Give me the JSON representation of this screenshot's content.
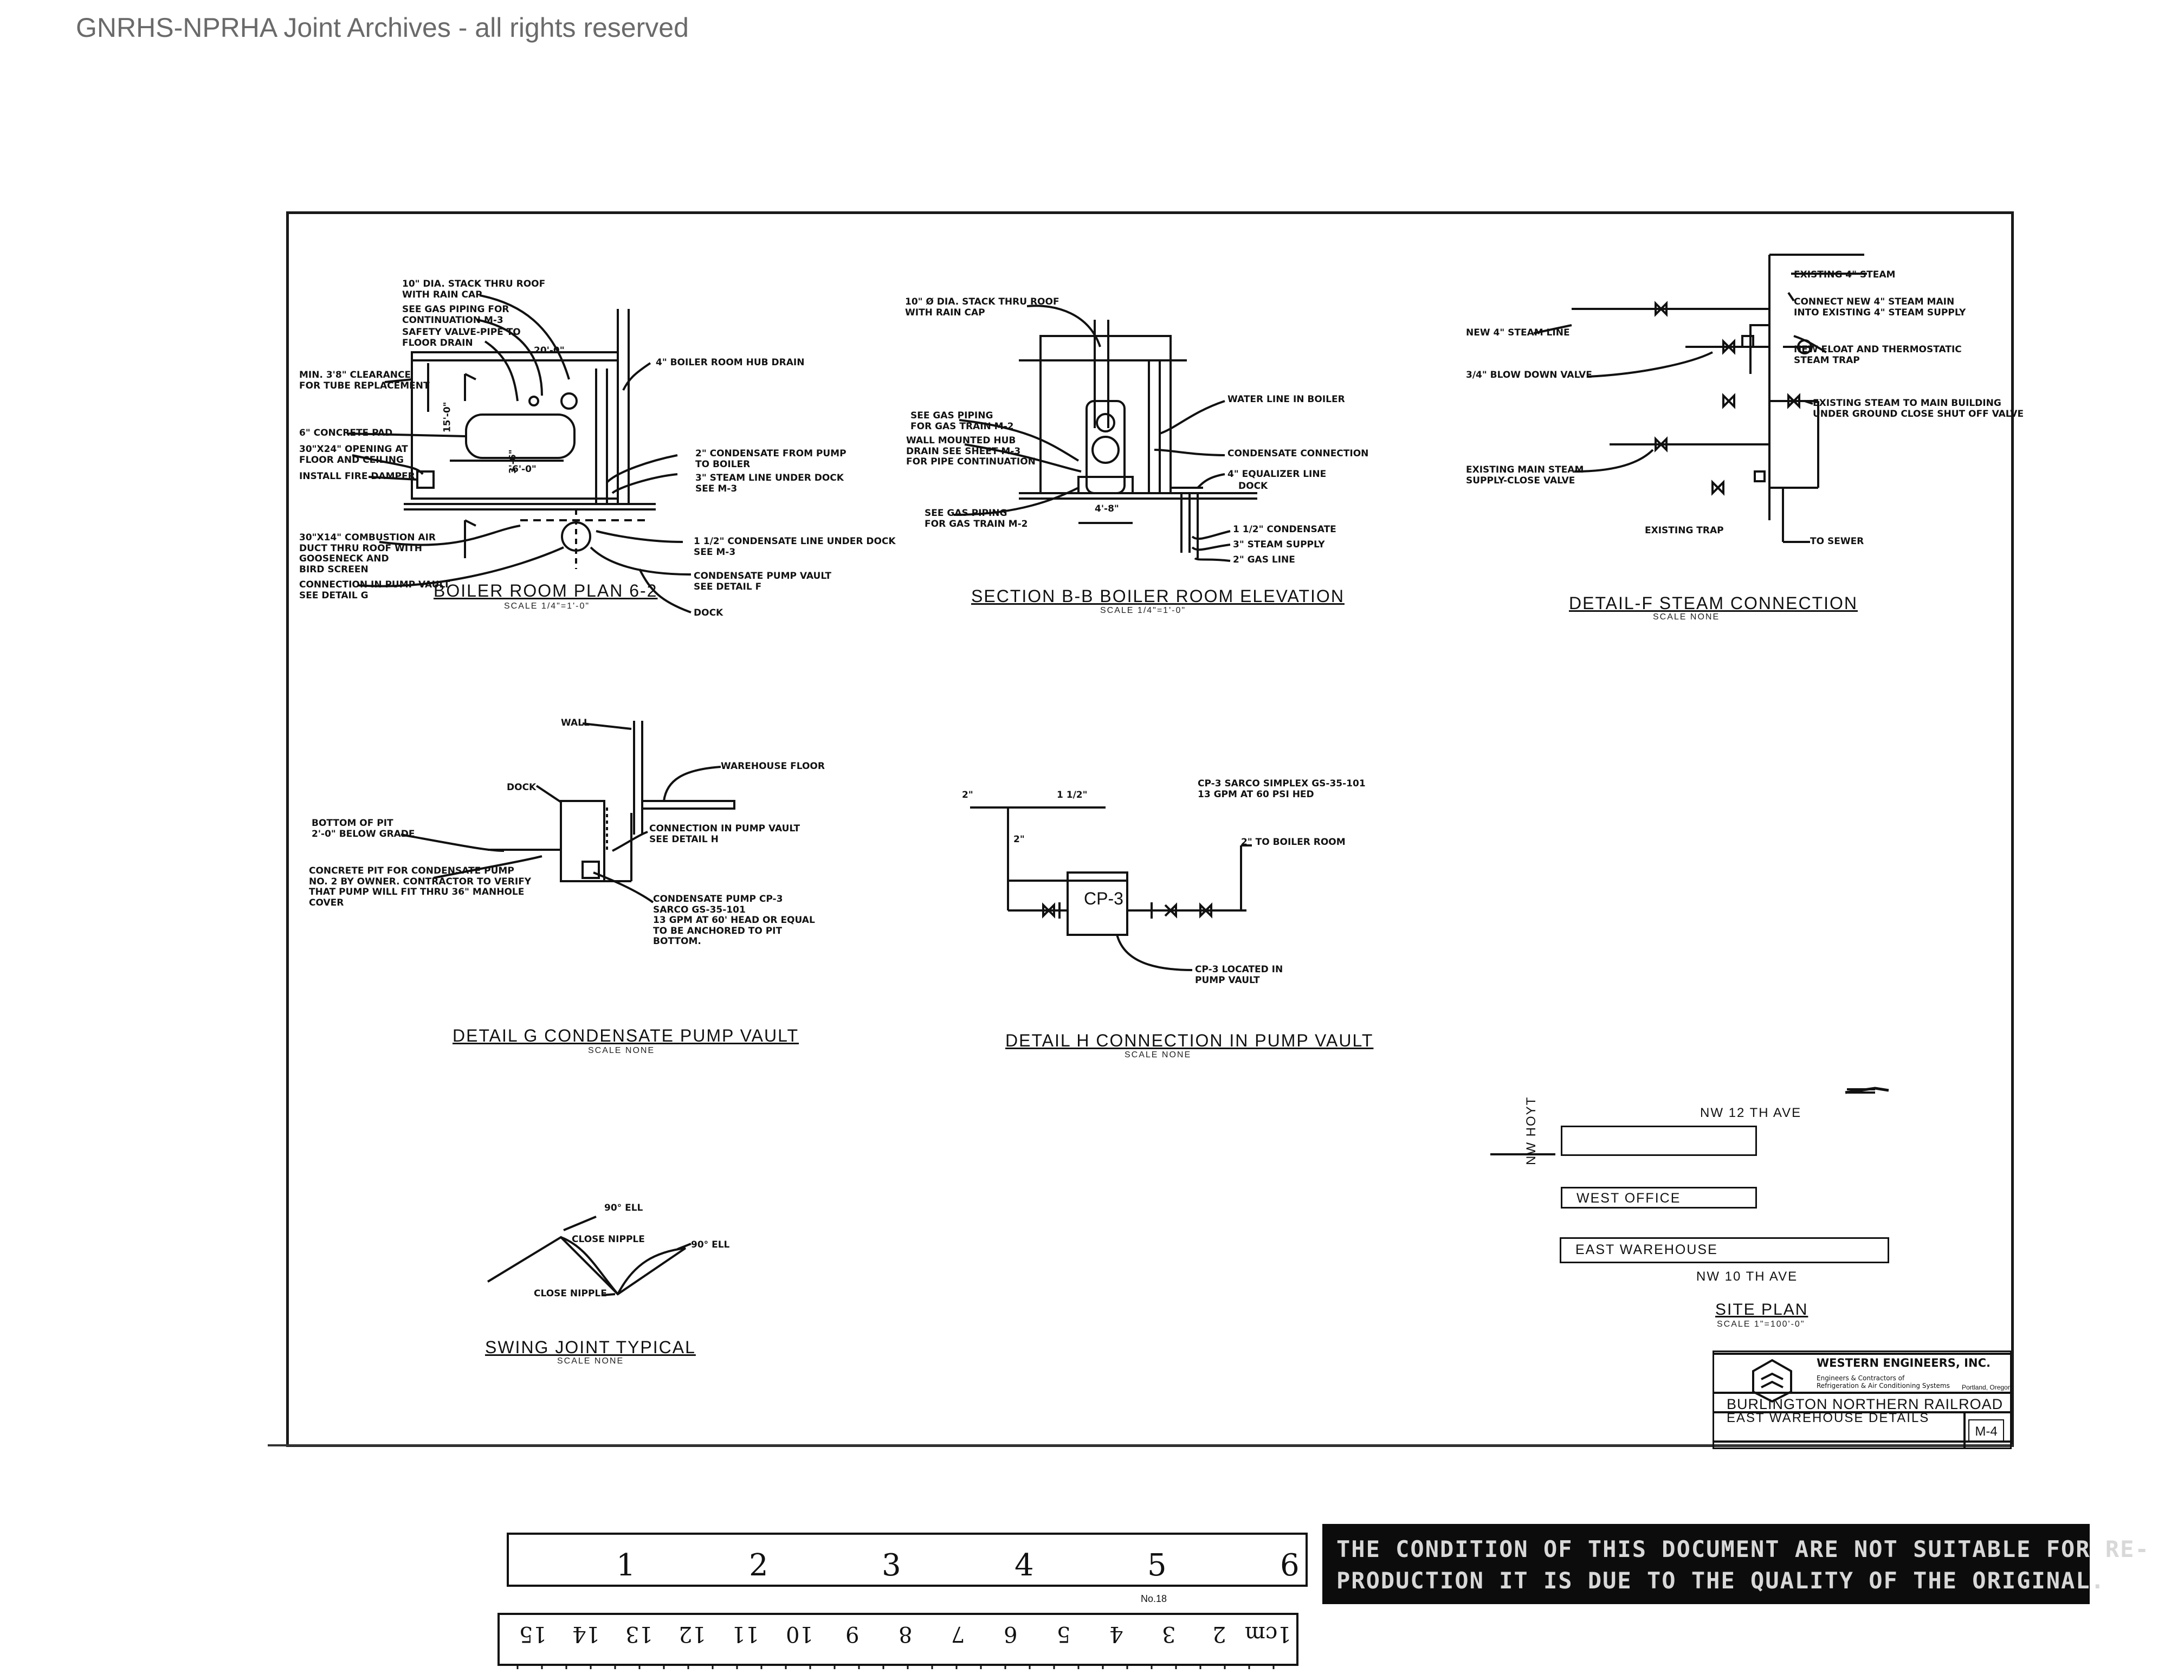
{
  "watermark": "GNRHS-NPRHA Joint Archives - all rights reserved",
  "boiler_plan": {
    "title": "BOILER ROOM PLAN 6-2",
    "scale": "SCALE 1/4\"=1'-0\"",
    "notes": [
      "10\" DIA. STACK THRU ROOF\nWITH RAIN CAP",
      "SEE GAS PIPING FOR\nCONTINUATION M-3",
      "SAFETY VALVE-PIPE TO\nFLOOR DRAIN",
      "MIN. 3'8\" CLEARANCE\nFOR TUBE REPLACEMENT",
      "4\" BOILER ROOM HUB DRAIN",
      "6\" CONCRETE PAD",
      "30\"X24\" OPENING AT\nFLOOR AND CEILING",
      "INSTALL FIRE DAMPER",
      "2\" CONDENSATE FROM PUMP\nTO BOILER",
      "3\" STEAM LINE UNDER DOCK\nSEE M-3",
      "30\"X14\" COMBUSTION AIR\nDUCT THRU ROOF WITH\nGOOSENECK AND\nBIRD SCREEN",
      "1 1/2\" CONDENSATE LINE UNDER DOCK\nSEE M-3",
      "CONNECTION IN PUMP VAULT\nSEE DETAIL G",
      "CONDENSATE PUMP VAULT\nSEE DETAIL F",
      "DOCK"
    ],
    "dims": [
      "20'-0\"",
      "15'-0\"",
      "6'-0\"",
      "3'-6\""
    ]
  },
  "section_bb": {
    "title": "SECTION B-B BOILER ROOM ELEVATION",
    "scale": "SCALE 1/4\"=1'-0\"",
    "notes": [
      "10\" Ø DIA. STACK THRU ROOF\nWITH RAIN CAP",
      "SEE GAS PIPING\nFOR GAS TRAIN M-2",
      "WALL MOUNTED HUB\nDRAIN SEE SHEET M-3\nFOR PIPE CONTINUATION",
      "SEE GAS PIPING\nFOR GAS TRAIN M-2",
      "WATER LINE IN BOILER",
      "CONDENSATE CONNECTION",
      "4\" EQUALIZER LINE",
      "DOCK",
      "1 1/2\" CONDENSATE",
      "3\" STEAM SUPPLY",
      "2\" GAS LINE"
    ],
    "dims": [
      "4'-8\""
    ]
  },
  "detail_f": {
    "title": "DETAIL-F STEAM CONNECTION",
    "scale": "SCALE NONE",
    "notes": [
      "EXISTING 4\" STEAM",
      "CONNECT NEW 4\" STEAM MAIN\nINTO EXISTING 4\" STEAM SUPPLY",
      "NEW 4\" STEAM LINE",
      "NEW FLOAT AND THERMOSTATIC\nSTEAM TRAP",
      "3/4\" BLOW DOWN VALVE",
      "EXISTING STEAM TO MAIN BUILDING\nUNDER GROUND CLOSE SHUT OFF VALVE",
      "EXISTING MAIN STEAM\nSUPPLY-CLOSE VALVE",
      "EXISTING TRAP",
      "TO SEWER"
    ]
  },
  "detail_g": {
    "title": "DETAIL G CONDENSATE PUMP VAULT",
    "scale": "SCALE NONE",
    "notes": [
      "WALL",
      "WAREHOUSE FLOOR",
      "DOCK",
      "BOTTOM OF PIT\n2'-0\" BELOW GRADE",
      "CONNECTION IN PUMP VAULT\nSEE DETAIL H",
      "CONCRETE PIT FOR CONDENSATE PUMP\nNO. 2 BY OWNER. CONTRACTOR TO VERIFY\nTHAT PUMP WILL FIT THRU 36\" MANHOLE\nCOVER",
      "CONDENSATE PUMP CP-3\nSARCO GS-35-101\n13 GPM AT 60' HEAD OR EQUAL\nTO BE ANCHORED TO PIT\nBOTTOM."
    ]
  },
  "detail_h": {
    "title": "DETAIL H CONNECTION IN PUMP VAULT",
    "scale": "SCALE NONE",
    "pump_label": "CP-3",
    "notes": [
      "CP-3 SARCO SIMPLEX GS-35-101\n13 GPM AT 60 PSI HED",
      "2\" TO BOILER ROOM",
      "CP-3 LOCATED IN\nPUMP VAULT"
    ],
    "pipe_sizes": [
      "2\"",
      "1 1/2\"",
      "2\""
    ]
  },
  "swing_joint": {
    "title": "SWING JOINT TYPICAL",
    "scale": "SCALE NONE",
    "notes": [
      "90° ELL",
      "CLOSE NIPPLE",
      "90° ELL",
      "CLOSE NIPPLE"
    ]
  },
  "site_plan": {
    "title": "SITE PLAN",
    "scale": "SCALE 1\"=100'-0\"",
    "street_top": "NW 12 TH AVE",
    "street_bottom": "NW 10 TH AVE",
    "street_side": "NW HOYT",
    "building_1": "WEST OFFICE",
    "building_2": "EAST WAREHOUSE"
  },
  "title_block": {
    "firm": "WESTERN ENGINEERS, INC.",
    "firm_sub": "Engineers & Contractors of\nRefrigeration & Air Conditioning Systems",
    "city": "Portland, Oregon",
    "project": "BURLINGTON NORTHERN RAILROAD",
    "sheet_name": "EAST WAREHOUSE DETAILS",
    "sheet_no": "M-4"
  },
  "ruler": {
    "inches": [
      "1",
      "2",
      "3",
      "4",
      "5",
      "6"
    ],
    "cm": [
      "1cm",
      "2",
      "3",
      "4",
      "5",
      "6",
      "7",
      "8",
      "9",
      "10",
      "11",
      "12",
      "13",
      "14",
      "15"
    ],
    "maker_no": "No.18"
  },
  "notice": {
    "line1": "THE CONDITION OF THIS DOCUMENT ARE NOT SUITABLE FOR RE-",
    "line2": "PRODUCTION IT IS DUE TO THE QUALITY OF THE ORIGINAL."
  }
}
